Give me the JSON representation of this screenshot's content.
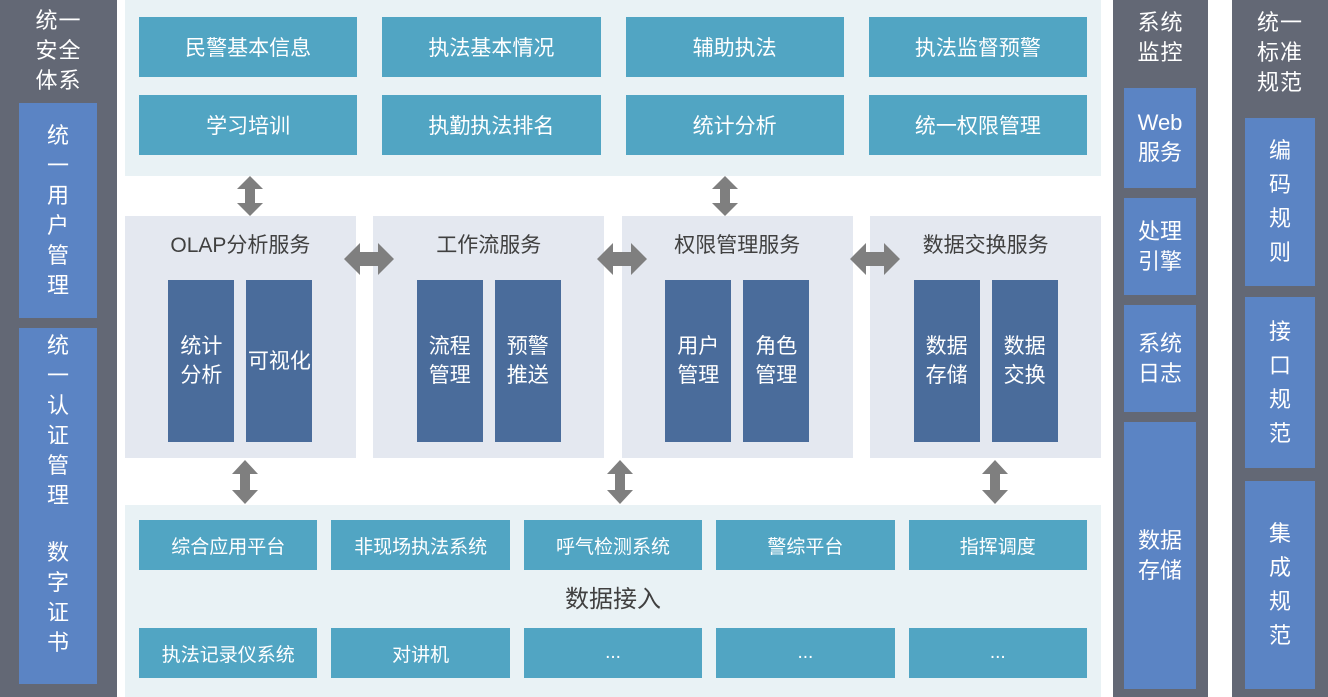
{
  "left_column": {
    "title": "统一\n安全\n体系",
    "items": [
      {
        "label": "统\n一\n用\n户\n管\n理"
      },
      {
        "label": "统\n一\n认\n证\n管\n理"
      },
      {
        "label": "数\n字\n证\n书"
      }
    ]
  },
  "monitor_column": {
    "title": "系统\n监控",
    "items": [
      {
        "label": "Web\n服务"
      },
      {
        "label": "处理\n引擎"
      },
      {
        "label": "系统\n日志"
      },
      {
        "label": "数据\n存储"
      }
    ]
  },
  "standard_column": {
    "title": "统一\n标准\n规范",
    "items": [
      {
        "label": "编\n码\n规\n则"
      },
      {
        "label": "接\n口\n规\n范"
      },
      {
        "label": "集\n成\n规\n范"
      }
    ]
  },
  "application_layer": {
    "items": [
      {
        "label": "民警基本信息"
      },
      {
        "label": "执法基本情况"
      },
      {
        "label": "辅助执法"
      },
      {
        "label": "执法监督预警"
      },
      {
        "label": "学习培训"
      },
      {
        "label": "执勤执法排名"
      },
      {
        "label": "统计分析"
      },
      {
        "label": "统一权限管理"
      }
    ]
  },
  "service_layer": {
    "panels": [
      {
        "title": "OLAP分析服务",
        "modules": [
          {
            "label": "统计\n分析"
          },
          {
            "label": "可视化"
          }
        ]
      },
      {
        "title": "工作流服务",
        "modules": [
          {
            "label": "流程\n管理"
          },
          {
            "label": "预警\n推送"
          }
        ]
      },
      {
        "title": "权限管理服务",
        "modules": [
          {
            "label": "用户\n管理"
          },
          {
            "label": "角色\n管理"
          }
        ]
      },
      {
        "title": "数据交换服务",
        "modules": [
          {
            "label": "数据\n存储"
          },
          {
            "label": "数据\n交换"
          }
        ]
      }
    ]
  },
  "data_layer": {
    "caption": "数据接入",
    "top_items": [
      {
        "label": "综合应用平台"
      },
      {
        "label": "非现场执法系统"
      },
      {
        "label": "呼气检测系统"
      },
      {
        "label": "警综平台"
      },
      {
        "label": "指挥调度"
      }
    ],
    "bottom_items": [
      {
        "label": "执法记录仪系统"
      },
      {
        "label": "对讲机"
      },
      {
        "label": "..."
      },
      {
        "label": "..."
      },
      {
        "label": "..."
      }
    ]
  },
  "colors": {
    "gray_column": "#636875",
    "column_box_blue": "#5B84C4",
    "teal_box": "#51A5C3",
    "navy_box": "#4A6C9B",
    "app_panel_bg": "#E9F2F5",
    "service_panel_bg": "#E4E8F0",
    "arrow_gray": "#7F7F7F"
  }
}
